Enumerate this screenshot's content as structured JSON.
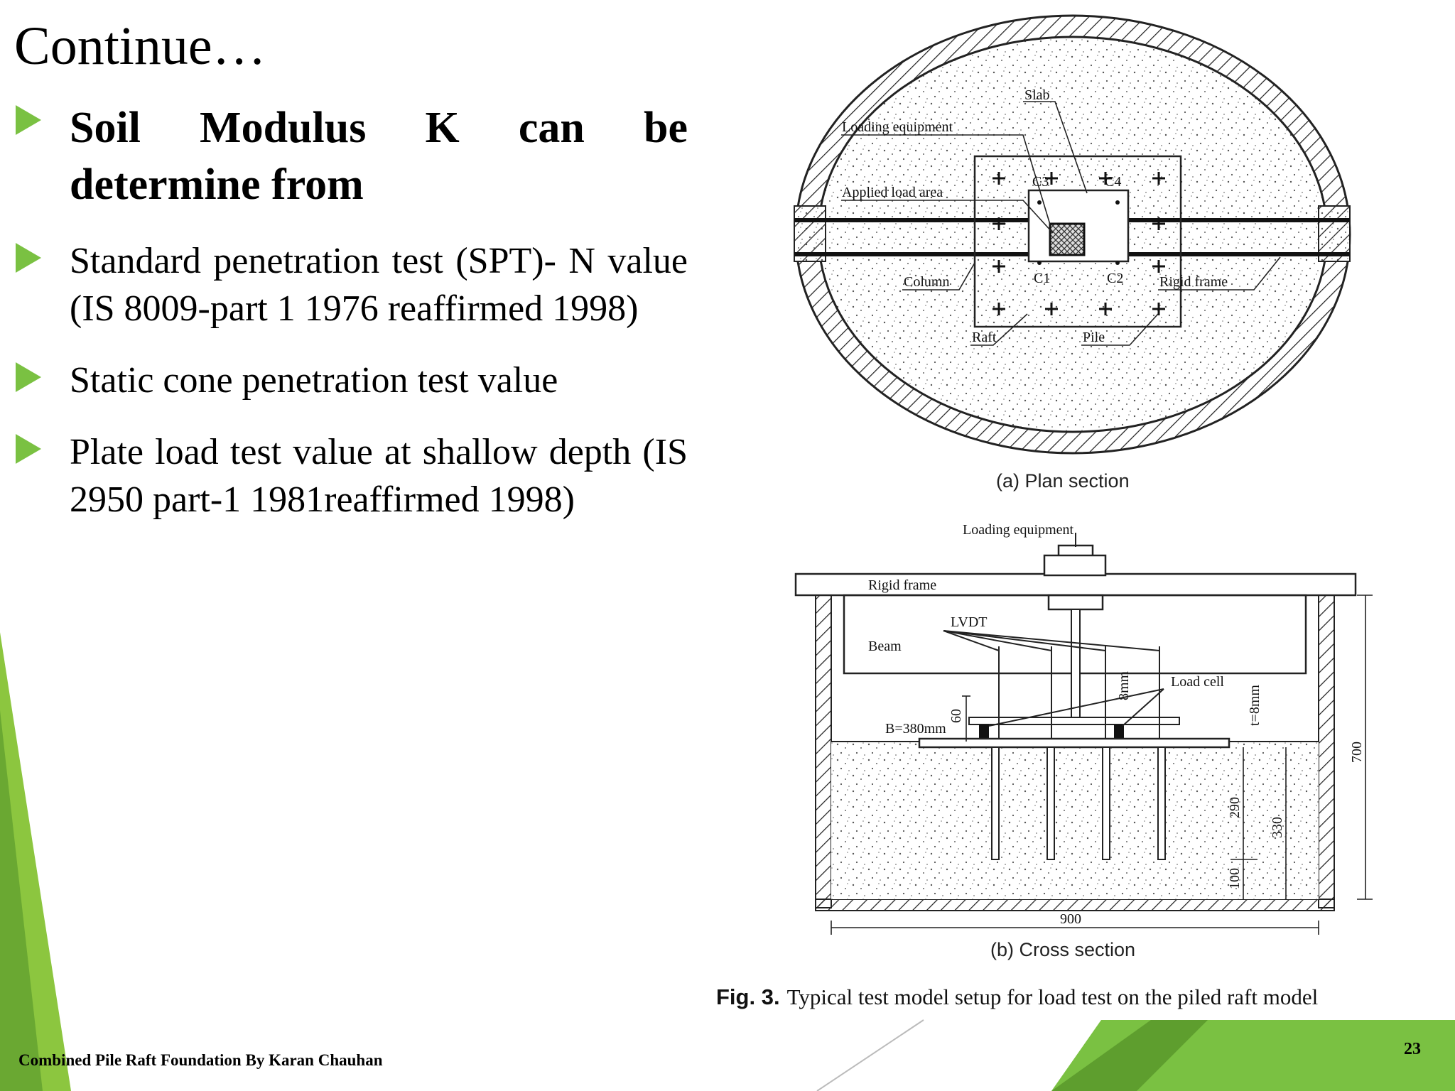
{
  "slide": {
    "title": "Continue…",
    "bullets": [
      {
        "text": "Soil Modulus K can be determine from",
        "bold": true
      },
      {
        "text": "Standard penetration test (SPT)- N value (IS 8009-part 1 1976 reaffirmed 1998)",
        "bold": false
      },
      {
        "text": "Static cone penetration test value",
        "bold": false
      },
      {
        "text": "Plate load test value at shallow depth (IS 2950 part-1 1981reaffirmed 1998)",
        "bold": false
      }
    ],
    "footer": "Combined Pile Raft Foundation By Karan Chauhan",
    "page_number": "23",
    "accent_color": "#7ac142"
  },
  "figure": {
    "caption_label": "Fig. 3.",
    "caption_text": "Typical test model setup for load test on the piled raft model",
    "plan_caption": "(a) Plan section",
    "cross_caption": "(b) Cross section",
    "plan_labels": {
      "slab": "Slab",
      "loading_equipment": "Loading equipment",
      "applied_load_area": "Applied load area",
      "c1": "C1",
      "c2": "C2",
      "c3": "C3",
      "c4": "C4",
      "column": "Column",
      "rigid_frame": "Rigid frame",
      "raft": "Raft",
      "pile": "Pile"
    },
    "cross_labels": {
      "loading_equipment": "Loading equipment",
      "rigid_frame": "Rigid frame",
      "beam": "Beam",
      "lvdt": "LVDT",
      "load_cell": "Load cell",
      "b": "B=380mm",
      "dim_60": "60",
      "dim_8mm": "8mm",
      "dim_t": "t=8mm",
      "dim_290": "290",
      "dim_330": "330",
      "dim_100": "100",
      "dim_700": "700",
      "dim_900": "900"
    }
  }
}
